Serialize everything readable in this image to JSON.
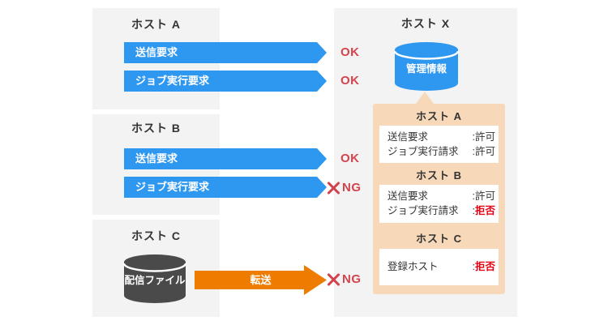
{
  "colors": {
    "panel_bg": "#f3f3f3",
    "arrow_blue": "#2e97f0",
    "arrow_orange": "#ee7c00",
    "result_red": "#d3434c",
    "denied_red": "#e60012",
    "callout_bg": "#f7d9ba",
    "cylinder_dark": "#4a4a4a",
    "cylinder_blue": "#2e97f0"
  },
  "host_a": {
    "title": "ホスト A",
    "arrows": [
      {
        "label": "送信要求",
        "result": "OK"
      },
      {
        "label": "ジョブ実行要求",
        "result": "OK"
      }
    ]
  },
  "host_b": {
    "title": "ホスト B",
    "arrows": [
      {
        "label": "送信要求",
        "result": "OK"
      },
      {
        "label": "ジョブ実行要求",
        "result": "NG"
      }
    ]
  },
  "host_c": {
    "title": "ホスト C",
    "cylinder_label": "配信ファイル",
    "arrow": {
      "label": "転送",
      "result": "NG"
    }
  },
  "host_x": {
    "title": "ホスト X",
    "cylinder_label": "管理情報",
    "callout": {
      "colon": ":",
      "sections": [
        {
          "title": "ホスト A",
          "rows": [
            {
              "label": "送信要求",
              "value": "許可",
              "denied": false
            },
            {
              "label": "ジョブ実行請求",
              "value": "許可",
              "denied": false
            }
          ]
        },
        {
          "title": "ホスト B",
          "rows": [
            {
              "label": "送信要求",
              "value": "許可",
              "denied": false
            },
            {
              "label": "ジョブ実行請求",
              "value": "拒否",
              "denied": true
            }
          ]
        },
        {
          "title": "ホスト C",
          "rows": [
            {
              "label": "登録ホスト",
              "value": "拒否",
              "denied": true
            }
          ]
        }
      ]
    }
  }
}
